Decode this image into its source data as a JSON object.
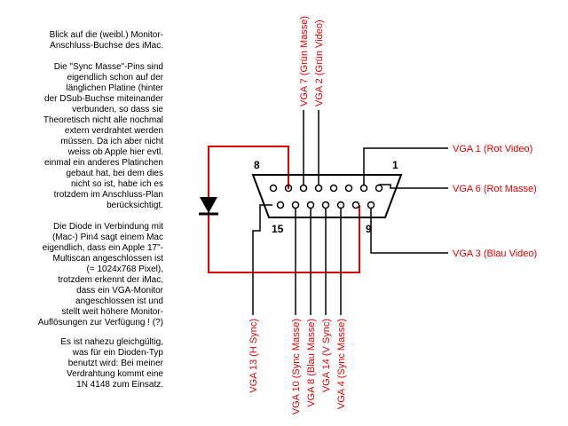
{
  "description": {
    "p1": "Blick auf die (weibl.) Monitor-\nAnschluss-Buchse des iMac.",
    "p2": "Die \"Sync Masse\"-Pins sind\neigendlich schon auf der\nlänglichen Platine (hinter\nder DSub-Buchse miteinander\nverbunden, so dass sie\nTheoretisch nicht alle nochmal\nextern verdrahtet werden\nmüssen. Da ich aber nicht\nweiss ob Apple hier evtl.\neinmal ein anderes Platinchen\ngebaut hat, bei dem dies\nnicht so ist, habe ich es\ntrotzdem im Anschluss-Plan\nberücksichtigt.",
    "p3": "Die Diode in Verbindung mit\n(Mac-) Pin4 sagt einem Mac\neigendlich, dass ein Apple 17\"-\nMultiscan angeschlossen ist\n(= 1024x768 Pixel),\ntrotzdem erkennt der iMac,\ndass ein VGA-Monitor\nangeschlossen ist und\nstellt weit höhere Monitor-\nAuflösungen zur Verfügung ! (?)",
    "p4": "Es ist nahezu gleichgültig,\nwas für ein Dioden-Typ\nbenutzt wird: Bei meiner\nVerdrahtung kommt eine\n1N 4148 zum Einsatz."
  },
  "connector": {
    "pin_numbers": {
      "top_left": "8",
      "top_right": "1",
      "bottom_left": "15",
      "bottom_right": "9"
    }
  },
  "labels": {
    "vga7": "VGA 7 (Grün Masse)",
    "vga2": "VGA 2 (Grün Video)",
    "vga1": "VGA 1 (Rot Video)",
    "vga6": "VGA 6 (Rot Masse)",
    "vga3": "VGA 3 (Blau Video)",
    "vga13": "VGA 13 (H Sync)",
    "vga10": "VGA 10 (Sync Masse)",
    "vga8": "VGA 8 (Blau Masse)",
    "vga14": "VGA 14 (V Sync)",
    "vga4": "VGA 4 (Sync Masse)"
  },
  "colors": {
    "wire": "#000000",
    "label": "#e00000",
    "diode_wire": "#e00000"
  }
}
